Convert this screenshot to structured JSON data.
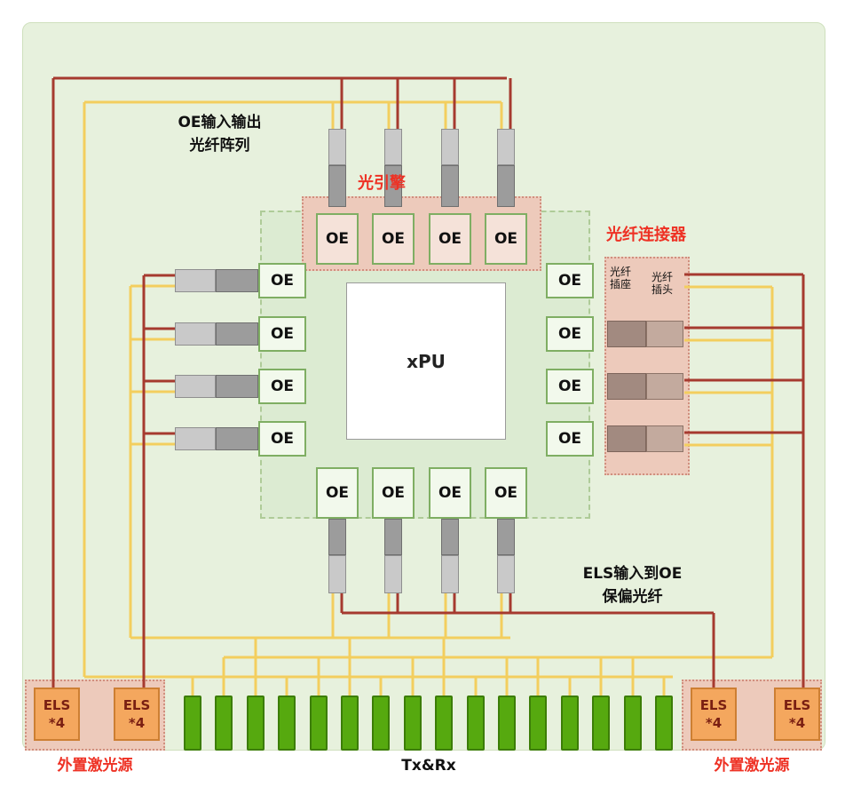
{
  "labels": {
    "fiber_array_line1": "OE输入输出",
    "fiber_array_line2": "光纤阵列",
    "optical_engine": "光引擎",
    "fiber_connector": "光纤连接器",
    "fiber_socket": "光纤插座",
    "fiber_plug": "光纤插头",
    "els_fiber_line1": "ELS输入到OE",
    "els_fiber_line2": "保偏光纤",
    "external_laser_left": "外置激光源",
    "external_laser_right": "外置激光源",
    "txrx": "Tx&Rx",
    "xpu": "xPU"
  },
  "modules": {
    "top": [
      "OE",
      "OE",
      "OE",
      "OE"
    ],
    "left": [
      "OE",
      "OE",
      "OE",
      "OE"
    ],
    "right": [
      "OE",
      "OE",
      "OE",
      "OE"
    ],
    "bottom": [
      "OE",
      "OE",
      "OE",
      "OE"
    ]
  },
  "els_units": {
    "bottom_left": [
      {
        "label": "ELS",
        "count": "*4"
      },
      {
        "label": "ELS",
        "count": "*4"
      }
    ],
    "bottom_right": [
      {
        "label": "ELS",
        "count": "*4"
      },
      {
        "label": "ELS",
        "count": "*4"
      }
    ]
  },
  "txrx": {
    "bar_count": 16
  },
  "colors": {
    "background_green": "#e7f1dd",
    "package_green": "#dcebd2",
    "oe_border_green": "#7fae63",
    "highlight_pink": "#edcabb",
    "els_fiber_red": "#a63a2f",
    "io_fiber_yellow": "#f3ce5e",
    "els_box_orange": "#f4a75e",
    "txrx_bar_green": "#56a90f",
    "annotation_red": "#ee3124"
  }
}
